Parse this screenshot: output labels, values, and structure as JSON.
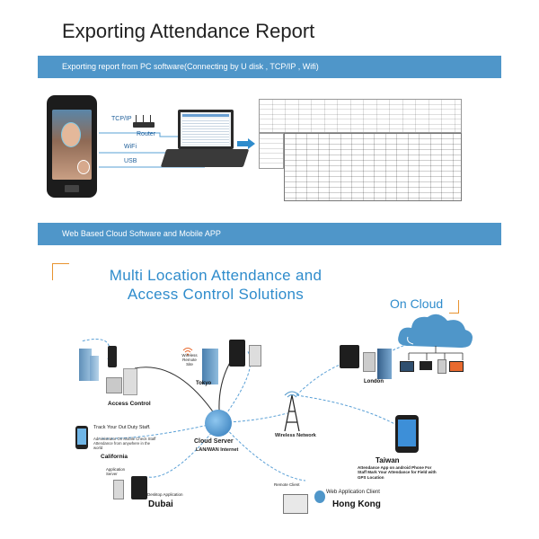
{
  "header": {
    "title": "Exporting Attendance Report"
  },
  "band1": {
    "text": "Exporting report from PC software(Connecting by U disk , TCP/IP , Wifi)"
  },
  "band2": {
    "text": "Web Based Cloud Software and Mobile APP"
  },
  "export": {
    "labels": {
      "tcpip": "TCP/IP",
      "router": "Router",
      "wifi": "WiFi",
      "usb": "USB"
    }
  },
  "diagram": {
    "title_line1": "Multi Location Attendance and",
    "title_line2": "Access Control Solutions",
    "on_cloud": "On Cloud",
    "access_control": "Access Control",
    "wireless_remote_site": "Wireless Remote Site",
    "tokyo": "Tokyo",
    "cloud_server": "Cloud Server",
    "lan_wan": "LAN/WAN Internet",
    "wireless_network": "Wireless Network",
    "track_title": "Track Your Out Duty Staff.",
    "track_desc": "Administrator On Mobile Check Staff Attendance from anywhere in the world",
    "california": "California",
    "app_server": "Application Server",
    "desktop_app": "Desktop Application",
    "dubai": "Dubai",
    "remote_client": "Remote Client",
    "web_client": "Web Application Client",
    "hong_kong": "Hong Kong",
    "taiwan": "Taiwan",
    "taiwan_desc": "Attendance App on android Phone For Staff Mark Your Attendance for Field with GPS Location",
    "london": "London"
  },
  "colors": {
    "band": "#4f96c9",
    "accent_blue": "#2f8ccc",
    "orange": "#e8932f"
  },
  "icons": [
    "router-icon",
    "laptop-icon",
    "arrow-right-icon",
    "terminal-icon",
    "cloud-icon",
    "building-icon",
    "phone-icon",
    "tower-icon",
    "wifi-icon",
    "server-icon",
    "computer-icon"
  ]
}
